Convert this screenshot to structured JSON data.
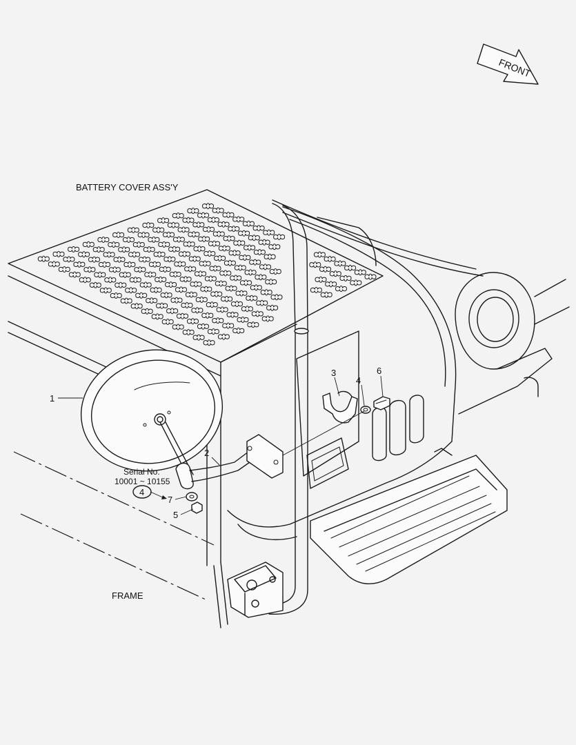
{
  "labels": {
    "battery_cover": "BATTERY COVER ASS'Y",
    "frame": "FRAME",
    "front": "FRONT",
    "serial_line1": "Serial No.",
    "serial_line2": "10001 ~ 10155"
  },
  "callouts": {
    "mirror": "1",
    "stay": "2",
    "clamp": "3",
    "washer_upper": "4",
    "washer_circled": "4",
    "nut": "5",
    "bolt": "6",
    "washer_lower": "7"
  },
  "colors": {
    "line": "#1a1a1a",
    "paper": "#f3f3f3"
  }
}
